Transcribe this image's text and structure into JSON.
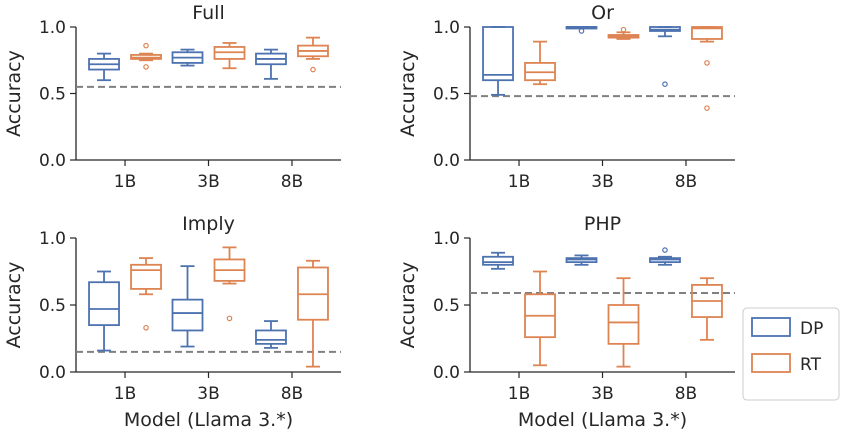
{
  "figure": {
    "xlabel": "Model (Llama 3.*)",
    "ylabel": "Accuracy",
    "legend": {
      "placement": "right",
      "entries": [
        {
          "label": "DP",
          "color": "#4c72b0"
        },
        {
          "label": "RT",
          "color": "#dd8452"
        }
      ]
    },
    "baseline_color": "#808080"
  },
  "chart_data": [
    {
      "type": "box",
      "title": "Full",
      "ylabel": "Accuracy",
      "xlabel": "",
      "categories": [
        "1B",
        "3B",
        "8B"
      ],
      "ylim": [
        0,
        1.0
      ],
      "yticks": [
        "0.0",
        "0.5",
        "1.0"
      ],
      "baseline": 0.55,
      "series": [
        {
          "name": "DP",
          "color": "#4c72b0",
          "boxes": [
            {
              "min": 0.6,
              "q1": 0.68,
              "median": 0.72,
              "q3": 0.76,
              "max": 0.8,
              "outliers": []
            },
            {
              "min": 0.71,
              "q1": 0.73,
              "median": 0.77,
              "q3": 0.81,
              "max": 0.83,
              "outliers": []
            },
            {
              "min": 0.61,
              "q1": 0.72,
              "median": 0.76,
              "q3": 0.8,
              "max": 0.83,
              "outliers": []
            }
          ]
        },
        {
          "name": "RT",
          "color": "#dd8452",
          "boxes": [
            {
              "min": 0.75,
              "q1": 0.76,
              "median": 0.77,
              "q3": 0.79,
              "max": 0.8,
              "outliers": [
                0.7,
                0.86
              ]
            },
            {
              "min": 0.69,
              "q1": 0.76,
              "median": 0.81,
              "q3": 0.85,
              "max": 0.88,
              "outliers": []
            },
            {
              "min": 0.76,
              "q1": 0.78,
              "median": 0.82,
              "q3": 0.86,
              "max": 0.92,
              "outliers": [
                0.68
              ]
            }
          ]
        }
      ]
    },
    {
      "type": "box",
      "title": "Or",
      "ylabel": "Accuracy",
      "xlabel": "",
      "categories": [
        "1B",
        "3B",
        "8B"
      ],
      "ylim": [
        0,
        1.0
      ],
      "yticks": [
        "0.0",
        "0.5",
        "1.0"
      ],
      "baseline": 0.48,
      "series": [
        {
          "name": "DP",
          "color": "#4c72b0",
          "boxes": [
            {
              "min": 0.49,
              "q1": 0.6,
              "median": 0.64,
              "q3": 1.0,
              "max": 1.0,
              "outliers": []
            },
            {
              "min": 1.0,
              "q1": 1.0,
              "median": 1.0,
              "q3": 1.0,
              "max": 1.0,
              "outliers": [
                0.97
              ]
            },
            {
              "min": 0.93,
              "q1": 0.97,
              "median": 0.98,
              "q3": 1.0,
              "max": 1.0,
              "outliers": [
                0.57
              ]
            }
          ]
        },
        {
          "name": "RT",
          "color": "#dd8452",
          "boxes": [
            {
              "min": 0.57,
              "q1": 0.6,
              "median": 0.66,
              "q3": 0.73,
              "max": 0.89,
              "outliers": []
            },
            {
              "min": 0.91,
              "q1": 0.92,
              "median": 0.93,
              "q3": 0.94,
              "max": 0.96,
              "outliers": [
                0.98
              ]
            },
            {
              "min": 0.89,
              "q1": 0.91,
              "median": 0.99,
              "q3": 1.0,
              "max": 1.0,
              "outliers": [
                0.73,
                0.39
              ]
            }
          ]
        }
      ]
    },
    {
      "type": "box",
      "title": "Imply",
      "ylabel": "Accuracy",
      "xlabel": "Model (Llama 3.*)",
      "categories": [
        "1B",
        "3B",
        "8B"
      ],
      "ylim": [
        0,
        1.0
      ],
      "yticks": [
        "0.0",
        "0.5",
        "1.0"
      ],
      "baseline": 0.15,
      "series": [
        {
          "name": "DP",
          "color": "#4c72b0",
          "boxes": [
            {
              "min": 0.16,
              "q1": 0.35,
              "median": 0.47,
              "q3": 0.67,
              "max": 0.75,
              "outliers": []
            },
            {
              "min": 0.19,
              "q1": 0.31,
              "median": 0.44,
              "q3": 0.54,
              "max": 0.79,
              "outliers": []
            },
            {
              "min": 0.18,
              "q1": 0.21,
              "median": 0.24,
              "q3": 0.31,
              "max": 0.38,
              "outliers": []
            }
          ]
        },
        {
          "name": "RT",
          "color": "#dd8452",
          "boxes": [
            {
              "min": 0.58,
              "q1": 0.62,
              "median": 0.76,
              "q3": 0.8,
              "max": 0.85,
              "outliers": [
                0.33
              ]
            },
            {
              "min": 0.66,
              "q1": 0.68,
              "median": 0.76,
              "q3": 0.84,
              "max": 0.93,
              "outliers": [
                0.4
              ]
            },
            {
              "min": 0.04,
              "q1": 0.39,
              "median": 0.58,
              "q3": 0.78,
              "max": 0.83,
              "outliers": []
            }
          ]
        }
      ]
    },
    {
      "type": "box",
      "title": "PHP",
      "ylabel": "Accuracy",
      "xlabel": "Model (Llama 3.*)",
      "categories": [
        "1B",
        "3B",
        "8B"
      ],
      "ylim": [
        0,
        1.0
      ],
      "yticks": [
        "0.0",
        "0.5",
        "1.0"
      ],
      "baseline": 0.59,
      "series": [
        {
          "name": "DP",
          "color": "#4c72b0",
          "boxes": [
            {
              "min": 0.77,
              "q1": 0.8,
              "median": 0.82,
              "q3": 0.86,
              "max": 0.89,
              "outliers": []
            },
            {
              "min": 0.8,
              "q1": 0.82,
              "median": 0.84,
              "q3": 0.85,
              "max": 0.87,
              "outliers": []
            },
            {
              "min": 0.8,
              "q1": 0.82,
              "median": 0.84,
              "q3": 0.85,
              "max": 0.86,
              "outliers": [
                0.91
              ]
            }
          ]
        },
        {
          "name": "RT",
          "color": "#dd8452",
          "boxes": [
            {
              "min": 0.05,
              "q1": 0.26,
              "median": 0.42,
              "q3": 0.58,
              "max": 0.75,
              "outliers": []
            },
            {
              "min": 0.04,
              "q1": 0.21,
              "median": 0.37,
              "q3": 0.5,
              "max": 0.7,
              "outliers": []
            },
            {
              "min": 0.24,
              "q1": 0.41,
              "median": 0.53,
              "q3": 0.65,
              "max": 0.7,
              "outliers": []
            }
          ]
        }
      ]
    }
  ]
}
